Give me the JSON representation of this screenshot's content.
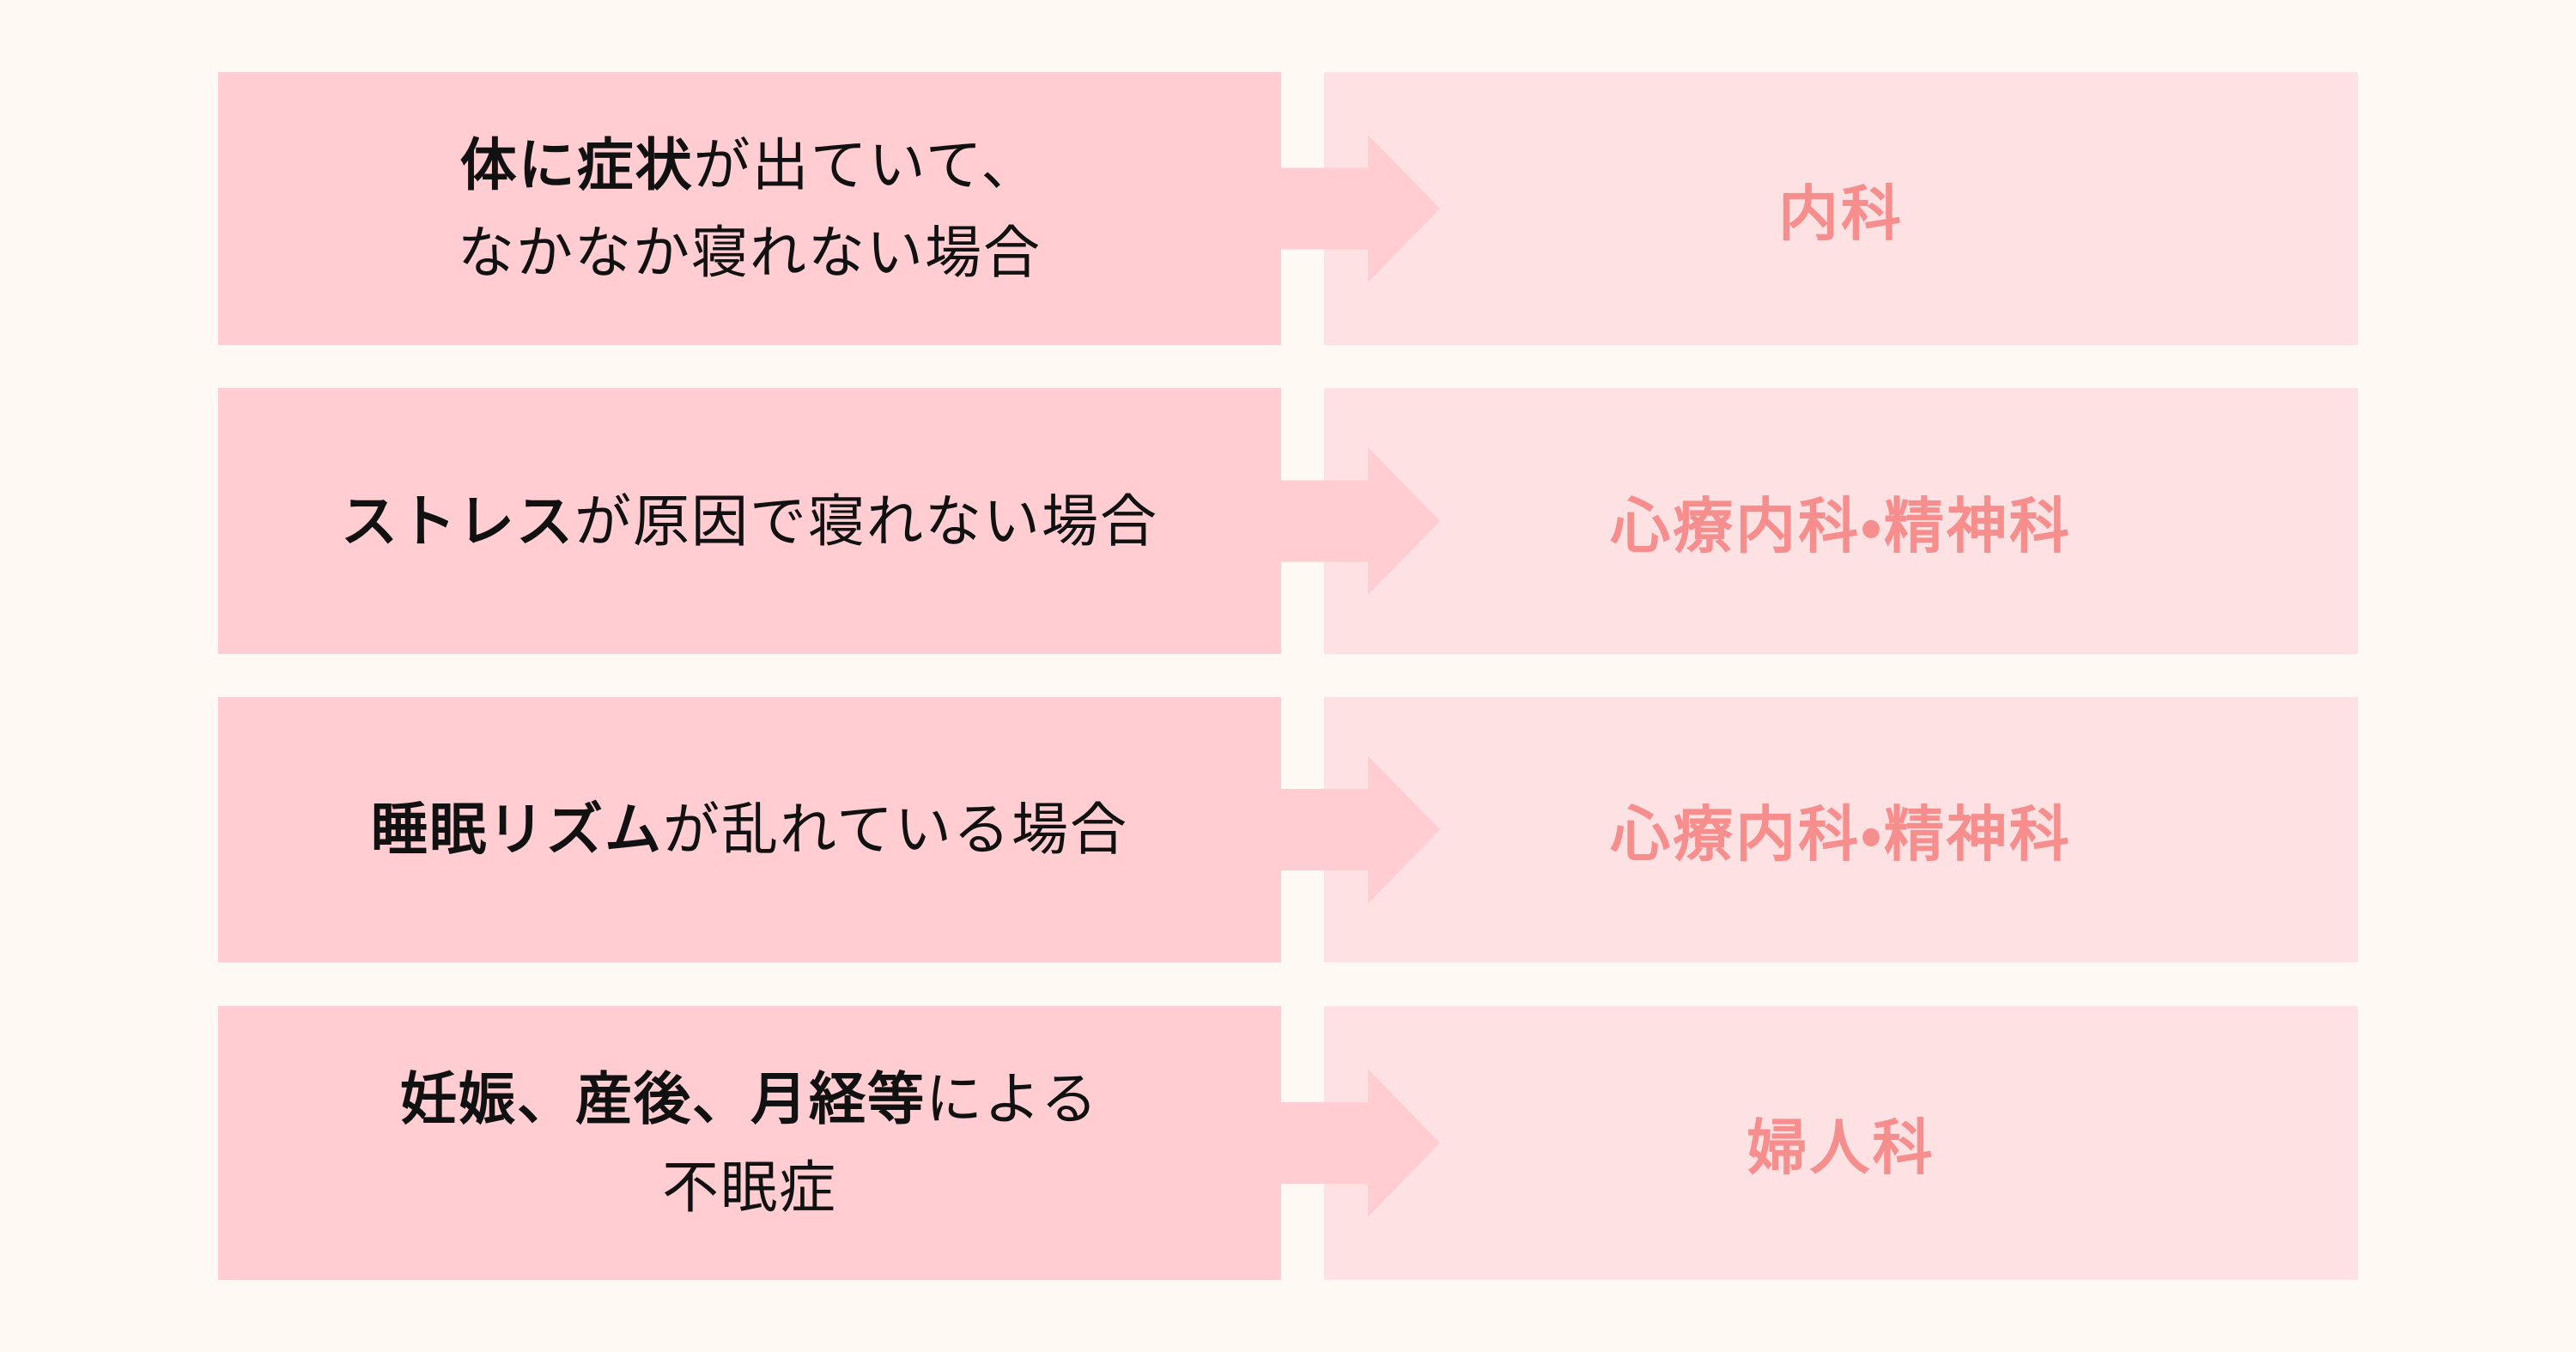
{
  "colors": {
    "background": "#FFF9F4",
    "box_left": "#FFCDD2",
    "box_right": "#FDE1E3",
    "arrow": "#FFCDD2",
    "text_dark": "#111111",
    "text_accent": "#F68E8E"
  },
  "rows": [
    {
      "left": {
        "lines": [
          {
            "segments": [
              {
                "text": "体に症状",
                "bold": true
              },
              {
                "text": "が出ていて、",
                "bold": false
              }
            ]
          },
          {
            "segments": [
              {
                "text": "なかなか寝れない場合",
                "bold": false
              }
            ]
          }
        ]
      },
      "arrow_icon": "right-arrow-icon",
      "right": {
        "label": "内科"
      }
    },
    {
      "left": {
        "lines": [
          {
            "segments": [
              {
                "text": "ストレス",
                "bold": true
              },
              {
                "text": "が原因で寝れない場合",
                "bold": false
              }
            ]
          }
        ]
      },
      "arrow_icon": "right-arrow-icon",
      "right": {
        "label": "心療内科・精神科"
      }
    },
    {
      "left": {
        "lines": [
          {
            "segments": [
              {
                "text": "睡眠リズム",
                "bold": true
              },
              {
                "text": "が乱れている場合",
                "bold": false
              }
            ]
          }
        ]
      },
      "arrow_icon": "right-arrow-icon",
      "right": {
        "label": "心療内科・精神科"
      }
    },
    {
      "left": {
        "lines": [
          {
            "segments": [
              {
                "text": "妊娠、産後、月経等",
                "bold": true
              },
              {
                "text": "による",
                "bold": false
              }
            ]
          },
          {
            "segments": [
              {
                "text": "不眠症",
                "bold": false
              }
            ]
          }
        ]
      },
      "arrow_icon": "right-arrow-icon",
      "right": {
        "label": "婦人科"
      }
    }
  ]
}
